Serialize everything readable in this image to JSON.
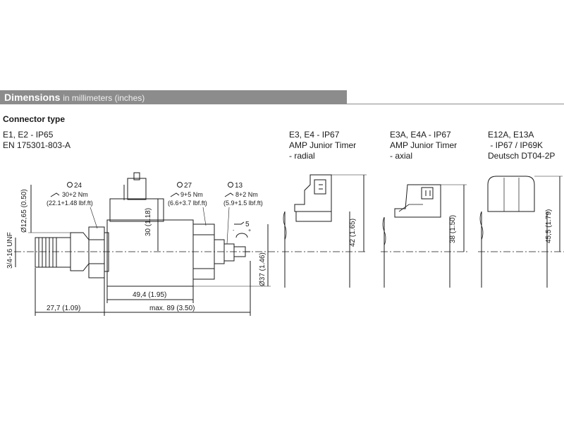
{
  "header": {
    "title": "Dimensions",
    "subtitle": "in millimeters (inches)"
  },
  "section_title": "Connector type",
  "connectors": [
    {
      "lines": [
        "E1, E2 - IP65",
        "EN 175301-803-A"
      ]
    },
    {
      "lines": [
        "E3, E4 - IP67",
        "AMP Junior Timer",
        "- radial"
      ]
    },
    {
      "lines": [
        "E3A, E4A - IP67",
        "AMP Junior Timer",
        "- axial"
      ]
    },
    {
      "lines": [
        "E12A, E13A",
        " - IP67 / IP69K",
        "Deutsch DT04-2P"
      ]
    }
  ],
  "dimensions": {
    "d_top": "Ø12,65 (0.50)",
    "d_thread": "3/4-16 UNF",
    "d_coil": "30 (1.18)",
    "d_37": "Ø37 (1.46)",
    "len_49": "49,4 (1.95)",
    "len_27": "27,7 (1.09)",
    "len_max": "max. 89 (3.50)",
    "h_radial": "42 (1.65)",
    "h_axial": "38 (1.50)",
    "h_deutsch": "45,5 (1.79)"
  },
  "torques": [
    {
      "size": "24",
      "nm": "30+2 Nm",
      "lbf": "(22.1+1.48 lbf.ft)"
    },
    {
      "size": "27",
      "nm": "9+5 Nm",
      "lbf": "(6.6+3.7 lbf.ft)"
    },
    {
      "size": "13",
      "nm": "8+2 Nm",
      "lbf": "(5.9+1.5 lbf.ft)"
    }
  ],
  "adjust": {
    "size": "5",
    "minus": "-",
    "plus": "+"
  }
}
